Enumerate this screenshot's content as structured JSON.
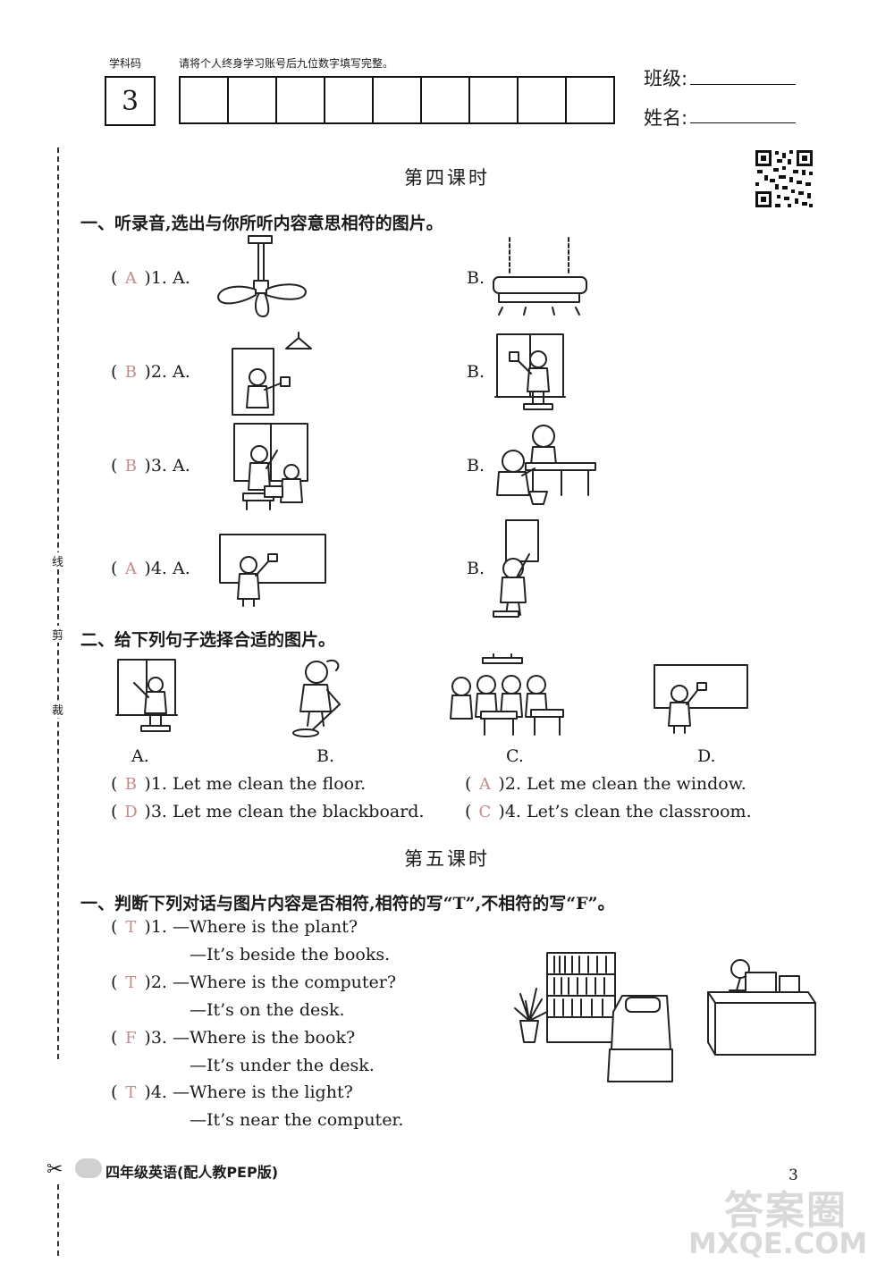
{
  "header": {
    "subject_code_label": "学科码",
    "subject_code_value": "3",
    "account_instruction": "请将个人终身学习账号后九位数字填写完整。",
    "class_label": "班级:",
    "name_label": "姓名:"
  },
  "margin": {
    "cut_chars": [
      "线",
      "剪",
      "裁"
    ]
  },
  "lesson4": {
    "title": "第四课时",
    "section1": {
      "title": "一、听录音,选出与你所听内容意思相符的图片。",
      "questions": [
        {
          "answer": "A",
          "label": ")1. A.",
          "option_b": "B."
        },
        {
          "answer": "B",
          "label": ")2. A.",
          "option_b": "B."
        },
        {
          "answer": "B",
          "label": ")3. A.",
          "option_b": "B."
        },
        {
          "answer": "A",
          "label": ")4. A.",
          "option_b": "B."
        }
      ]
    },
    "section2": {
      "title": "二、给下列句子选择合适的图片。",
      "picture_labels": [
        "A.",
        "B.",
        "C.",
        "D."
      ],
      "questions": [
        {
          "answer": "B",
          "text": ")1. Let me clean the floor."
        },
        {
          "answer": "A",
          "text": ")2. Let me clean the window."
        },
        {
          "answer": "D",
          "text": ")3. Let me clean the blackboard."
        },
        {
          "answer": "C",
          "text": ")4. Let’s clean the classroom."
        }
      ]
    }
  },
  "lesson5": {
    "title": "第五课时",
    "section1": {
      "title": "一、判断下列对话与图片内容是否相符,相符的写“T”,不相符的写“F”。",
      "questions": [
        {
          "answer": "T",
          "q": ")1. —Where is the plant?",
          "a": "—It’s beside the books."
        },
        {
          "answer": "T",
          "q": ")2. —Where is the computer?",
          "a": "—It’s on the desk."
        },
        {
          "answer": "F",
          "q": ")3. —Where is the book?",
          "a": "—It’s under the desk."
        },
        {
          "answer": "T",
          "q": ")4. —Where is the light?",
          "a": "—It’s near the computer."
        }
      ]
    }
  },
  "footer": {
    "book_title": "四年级英语(配人教PEP版)",
    "page_number": "3"
  },
  "watermark": {
    "text1": "答案圈",
    "text2": "MXQE.COM"
  }
}
